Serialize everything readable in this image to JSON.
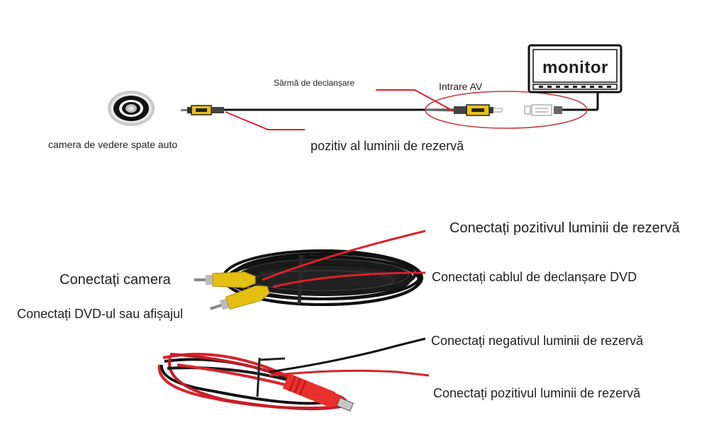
{
  "top_diagram": {
    "camera_label": "camera de vedere spate auto",
    "trigger_wire_label": "Sârmă de declanșare",
    "av_input_label": "Intrare AV",
    "backup_positive_label": "pozitiv al luminii de rezervă",
    "monitor_label": "monitor"
  },
  "video_cable": {
    "connect_camera": "Conectați camera",
    "connect_dvd_display": "Conectați DVD-ul sau afișajul",
    "connect_backup_positive": "Conectați pozitivul luminii de rezervă",
    "connect_dvd_trigger": "Conectați cablul de declanșare DVD"
  },
  "power_cable": {
    "connect_backup_negative": "Conectați negativul luminii de rezervă",
    "connect_backup_positive": "Conectați pozitivul luminii de rezervă"
  },
  "colors": {
    "wire_red": "#d9232d",
    "wire_black": "#111111",
    "rca_yellow": "#e7c21a",
    "ellipse_red": "#c9333d"
  }
}
